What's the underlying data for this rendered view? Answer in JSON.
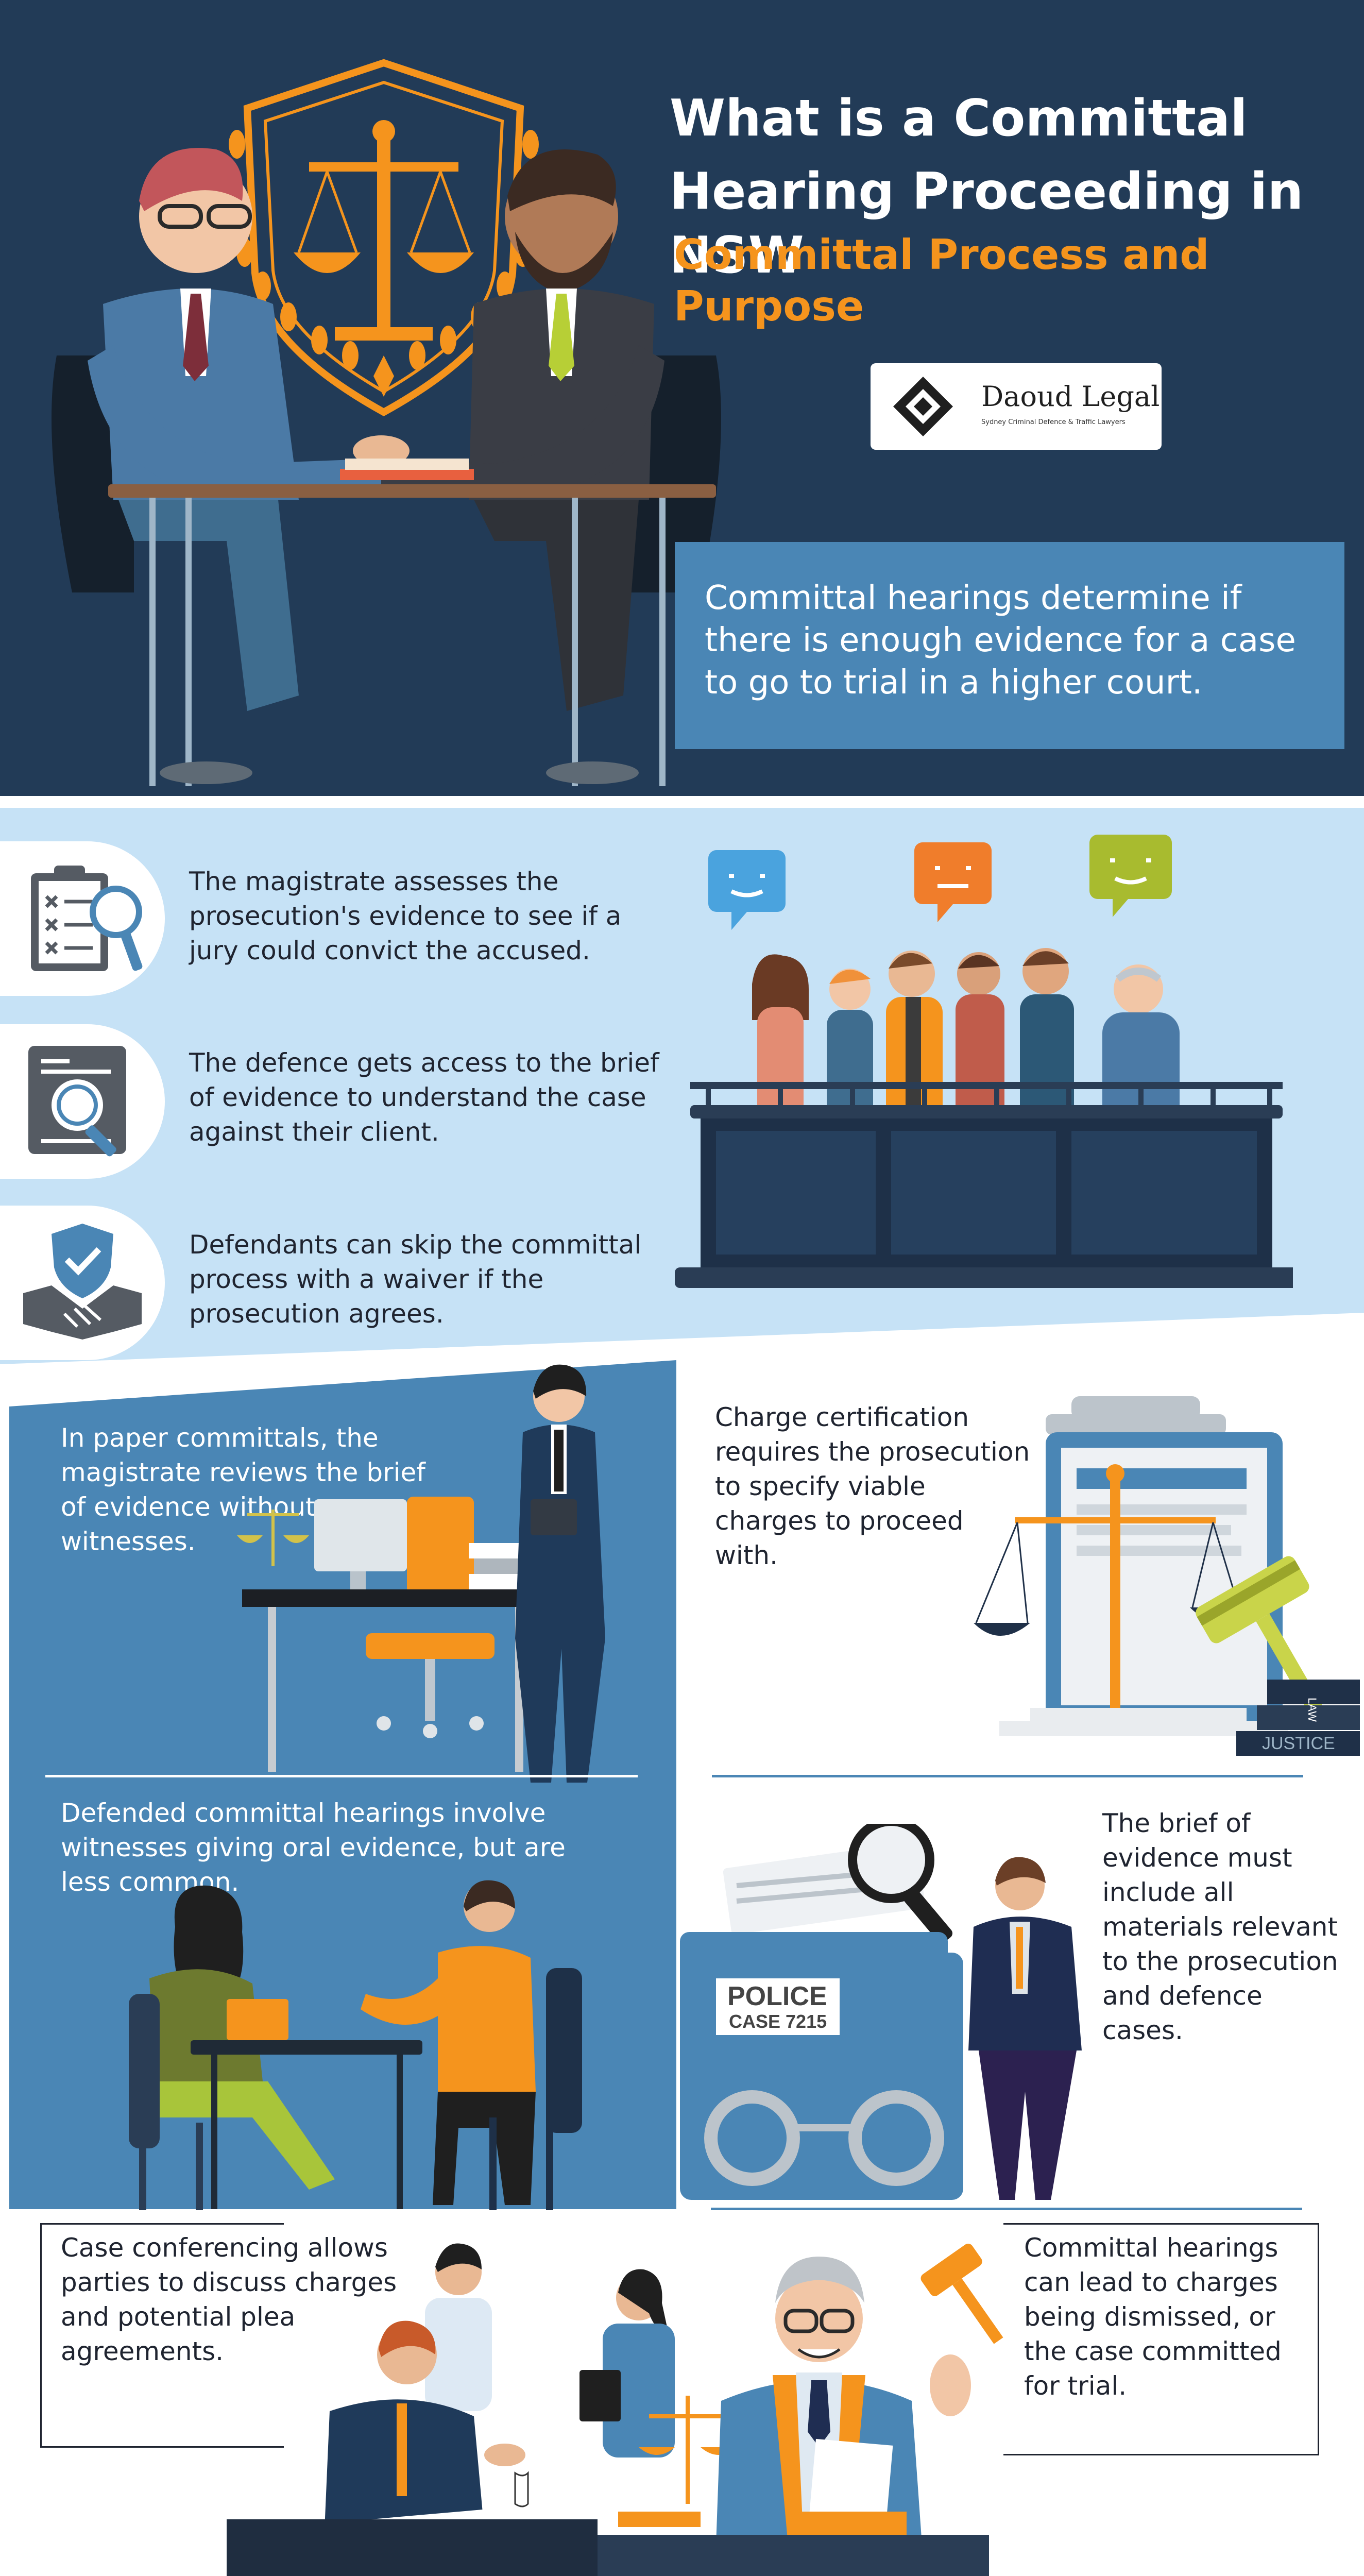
{
  "header": {
    "title_line1": "What is a Committal",
    "title_line2": "Hearing Proceeding in NSW",
    "subtitle": "Committal Process and Purpose",
    "logo": {
      "name": "Daoud Legal",
      "tagline": "Sydney Criminal Defence & Traffic Lawyers"
    },
    "summary": "Committal hearings determine if there is enough evidence for a case to go to trial in a higher court."
  },
  "points": [
    {
      "icon": "checklist-magnifier-icon",
      "text": "The magistrate assesses the prosecution's evidence to see if a jury could convict the accused."
    },
    {
      "icon": "document-search-icon",
      "text": "The defence gets access to the brief of evidence to understand the case against their client."
    },
    {
      "icon": "handshake-shield-icon",
      "text": "Defendants can skip the committal process with a waiver if the prosecution agrees."
    }
  ],
  "sections": {
    "paper": "In paper committals, the magistrate reviews the brief of evidence without witnesses.",
    "charge": "Charge certification requires the prosecution to specify viable charges to proceed with.",
    "defended": "Defended committal hearings involve witnesses giving oral evidence, but are less common.",
    "brief": "The brief of evidence must include all materials relevant to the prosecution and defence cases.",
    "conference": "Case conferencing allows parties to discuss charges and potential plea agreements.",
    "outcome": "Committal hearings can lead to charges being dismissed, or the case committed for trial."
  },
  "labels": {
    "police": "POLICE",
    "case": "CASE 7215",
    "book_law": "LAW",
    "book_justice": "JUSTICE"
  },
  "colors": {
    "navy": "#223b57",
    "orange": "#f5941d",
    "steel_blue": "#4a86b5",
    "light_blue": "#c6e2f6",
    "summary_box": "#4a86b5"
  }
}
